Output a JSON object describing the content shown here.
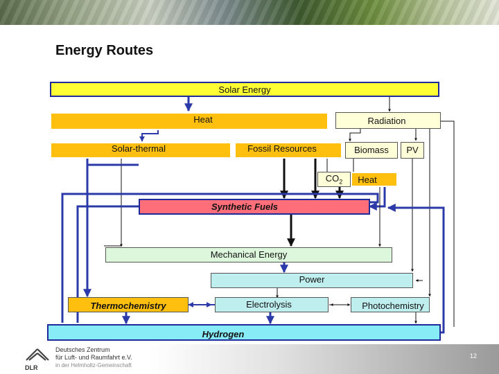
{
  "title": "Energy Routes",
  "nodes": {
    "solar_energy": "Solar Energy",
    "heat_top": "Heat",
    "radiation": "Radiation",
    "solar_thermal": "Solar-thermal",
    "fossil": "Fossil Resources",
    "biomass": "Biomass",
    "pv": "PV",
    "co2_main": "CO",
    "co2_sub": "2",
    "heat_bio": "Heat",
    "synthetic_fuels": "Synthetic Fuels",
    "mechanical": "Mechanical Energy",
    "power": "Power",
    "thermochemistry": "Thermochemistry",
    "electrolysis": "Electrolysis",
    "photochemistry": "Photochemistry",
    "hydrogen": "Hydrogen"
  },
  "footer": {
    "org_line1": "Deutsches Zentrum",
    "org_line2": "für Luft- und Raumfahrt e.V.",
    "org_line3": "in der Helmholtz-Gemeinschaft",
    "logo_text": "DLR",
    "page": "12"
  }
}
